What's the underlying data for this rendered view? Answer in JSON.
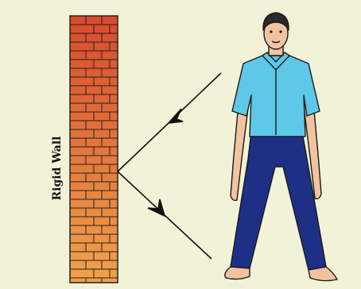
{
  "wall": {
    "label": "Rigid Wall",
    "icon": "brick-wall"
  },
  "figure": {
    "icon": "standing-person"
  },
  "colors": {
    "background": "#f2f2d8",
    "brick_top": "#d84a2e",
    "brick_bottom": "#f0a24a",
    "mortar": "#222222",
    "shirt": "#5ec8e8",
    "trousers": "#1e2f86",
    "skin": "#f2c3a0",
    "hair": "#2a2a2a",
    "ray": "#111111"
  }
}
